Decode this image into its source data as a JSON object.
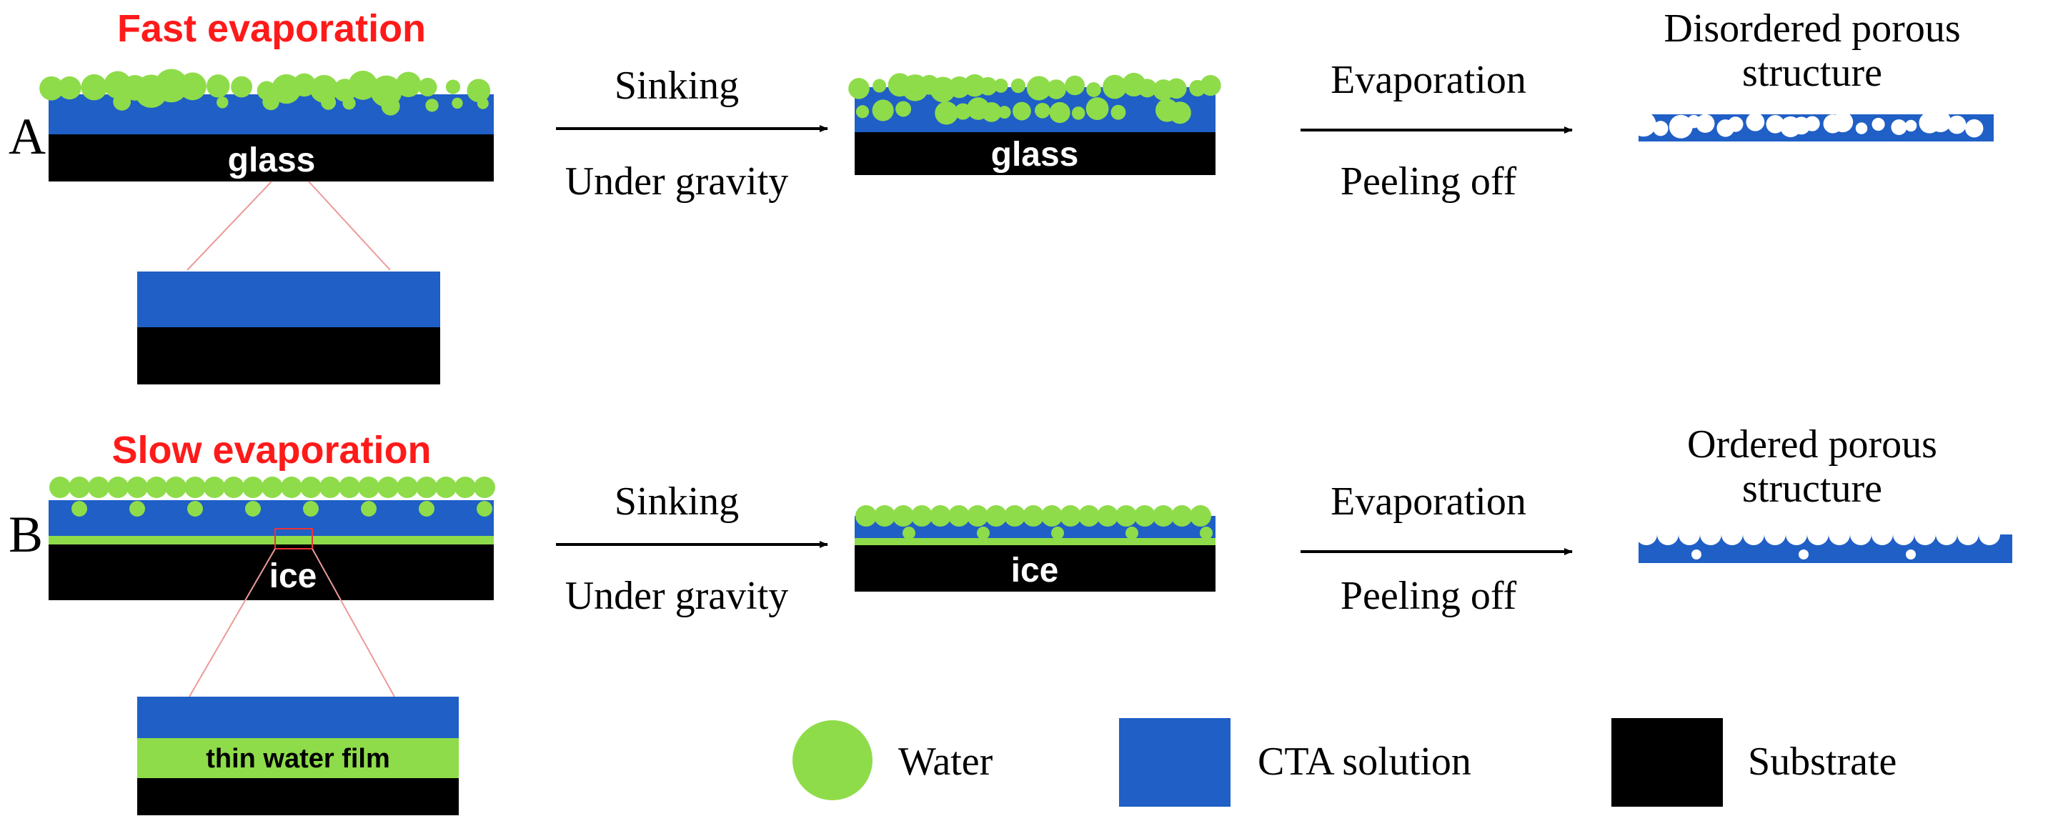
{
  "colors": {
    "water": "#8fdc4a",
    "cta": "#1f5fc6",
    "substrate": "#000000",
    "title_red": "#ff1a1a",
    "zoom_line": "#ee9999"
  },
  "row_a": {
    "letter": "A",
    "title": "Fast evaporation",
    "substrate_label": "glass",
    "step1_top": "Sinking",
    "step1_bottom": "Under gravity",
    "step2_top": "Evaporation",
    "step2_bottom": "Peeling off",
    "result_line1": "Disordered porous",
    "result_line2": "structure"
  },
  "row_b": {
    "letter": "B",
    "title": "Slow evaporation",
    "substrate_label": "ice",
    "film_label": "thin water film",
    "step1_top": "Sinking",
    "step1_bottom": "Under gravity",
    "step2_top": "Evaporation",
    "step2_bottom": "Peeling off",
    "result_line1": "Ordered porous",
    "result_line2": "structure"
  },
  "legend": {
    "water": "Water",
    "cta": "CTA solution",
    "substrate": "Substrate"
  }
}
